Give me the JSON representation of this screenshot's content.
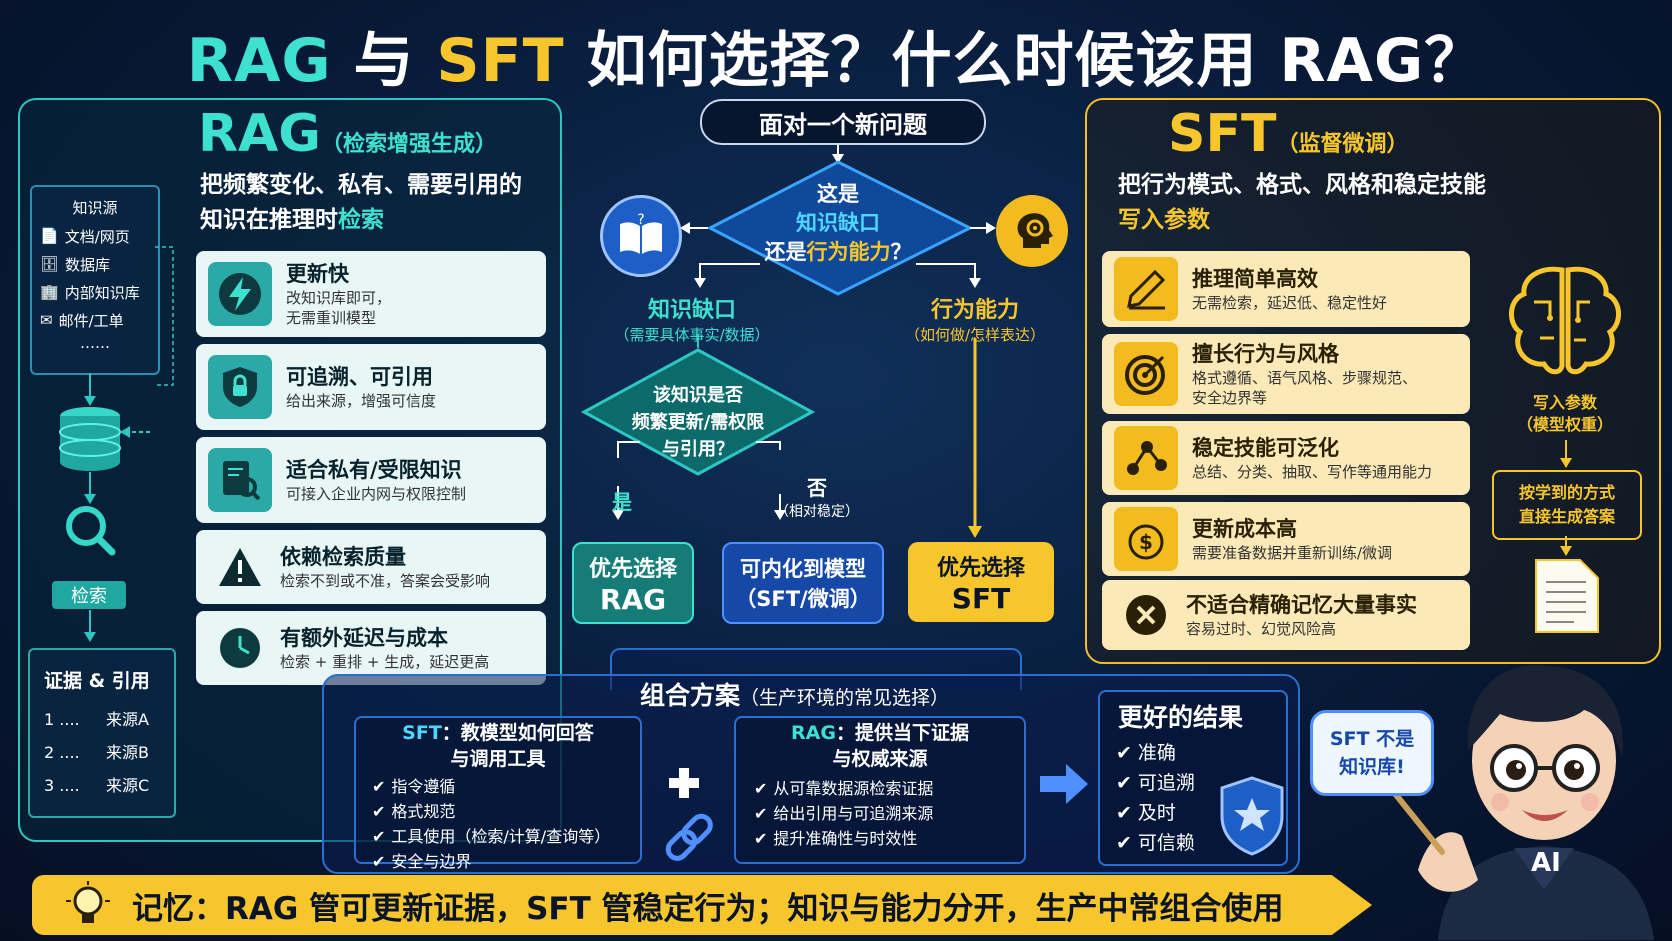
{
  "title": {
    "p1": "RAG",
    "p2": " 与 ",
    "p3": "SFT",
    "p4": " 如何选择？什么时候该用 RAG？"
  },
  "rag": {
    "name": "RAG",
    "subtitle": "（检索增强生成）",
    "desc_l1": "把频繁变化、私有、需要引用的",
    "desc_l2a": "知识在推理时",
    "desc_l2b": "检索",
    "cards": [
      {
        "title": "更新快",
        "desc1": "改知识库即可，",
        "desc2": "无需重训模型"
      },
      {
        "title": "可追溯、可引用",
        "desc1": "给出来源，增强可信度",
        "desc2": ""
      },
      {
        "title": "适合私有/受限知识",
        "desc1": "可接入企业内网与权限控制",
        "desc2": ""
      },
      {
        "title": "依赖检索质量",
        "desc1": "检索不到或不准，答案会受影响",
        "desc2": ""
      },
      {
        "title": "有额外延迟与成本",
        "desc1": "检索 + 重排 + 生成，延迟更高",
        "desc2": ""
      }
    ],
    "sources": {
      "title": "知识源",
      "items": [
        "文档/网页",
        "数据库",
        "内部知识库",
        "邮件/工单"
      ],
      "more": "……"
    },
    "retrieve": "检索",
    "cite": {
      "title": "证据 & 引用",
      "rows": [
        {
          "n": "1 ....",
          "s": "来源A"
        },
        {
          "n": "2 ....",
          "s": "来源B"
        },
        {
          "n": "3 ....",
          "s": "来源C"
        }
      ]
    }
  },
  "flow": {
    "start": "面对一个新问题",
    "q1_l1": "这是",
    "q1_l2": "知识缺口",
    "q1_l3a": "还是",
    "q1_l3b": "行为能力",
    "q1_l3c": "？",
    "left_label": "知识缺口",
    "left_sub": "（需要具体事实/数据）",
    "right_label": "行为能力",
    "right_sub": "（如何做/怎样表达）",
    "q2_l1": "该知识是否",
    "q2_l2": "频繁更新/需权限",
    "q2_l3": "与引用？",
    "yes": "是",
    "no": "否",
    "no_sub": "（相对稳定）",
    "r1_l1": "优先选择",
    "r1_l2": "RAG",
    "r2_l1": "可内化到模型",
    "r2_l2": "（SFT/微调）",
    "r3_l1": "优先选择",
    "r3_l2": "SFT"
  },
  "sft": {
    "name": "SFT",
    "subtitle": "（监督微调）",
    "desc_l1": "把行为模式、格式、风格和稳定技能",
    "desc_l2": "写入参数",
    "cards": [
      {
        "title": "推理简单高效",
        "desc1": "无需检索，延迟低、稳定性好",
        "desc2": ""
      },
      {
        "title": "擅长行为与风格",
        "desc1": "格式遵循、语气风格、步骤规范、",
        "desc2": "安全边界等"
      },
      {
        "title": "稳定技能可泛化",
        "desc1": "总结、分类、抽取、写作等通用能力",
        "desc2": ""
      },
      {
        "title": "更新成本高",
        "desc1": "需要准备数据并重新训练/微调",
        "desc2": ""
      },
      {
        "title": "不适合精确记忆大量事实",
        "desc1": "容易过时、幻觉风险高",
        "desc2": ""
      }
    ],
    "brain_l1": "写入参数",
    "brain_l2": "（模型权重）",
    "direct_l1": "按学到的方式",
    "direct_l2": "直接生成答案"
  },
  "combo": {
    "title": "组合方案",
    "title_sub": "（生产环境的常见选择）",
    "sft_h1a": "SFT",
    "sft_h1b": "：教模型如何回答",
    "sft_h2": "与调用工具",
    "sft_items": [
      "指令遵循",
      "格式规范",
      "工具使用（检索/计算/查询等）",
      "安全与边界"
    ],
    "rag_h1a": "RAG",
    "rag_h1b": "：提供当下证据",
    "rag_h2": "与权威来源",
    "rag_items": [
      "从可靠数据源检索证据",
      "给出引用与可追溯来源",
      "提升准确性与时效性"
    ],
    "result_title": "更好的结果",
    "result_items": [
      "准确",
      "可追溯",
      "及时",
      "可信赖"
    ]
  },
  "bubble": {
    "l1": "SFT 不是",
    "l2": "知识库!"
  },
  "badge": "AI",
  "memo": {
    "label": "记忆：",
    "text": "RAG 管可更新证据，SFT 管稳定行为；知识与能力分开，生产中常组合使用"
  },
  "colors": {
    "teal": "#2cc7c0",
    "yellow": "#f7c62c",
    "blue": "#2a6fd0",
    "navy": "#07152e"
  }
}
